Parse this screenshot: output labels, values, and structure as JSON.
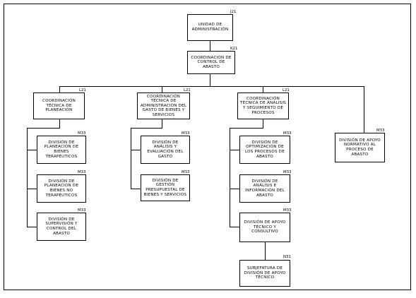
{
  "nodes": {
    "unidad": {
      "label": "UNIDAD DE ADMINISTRACIÓN",
      "level": "J21"
    },
    "coord_control": {
      "label": "COORDINACIÓN DE CONTROL DE ABASTO",
      "level": "K21"
    },
    "ct_planeacion": {
      "label": "COORDINACIÓN TÉCNICA DE PLANEACIÓN",
      "level": "L21"
    },
    "ct_admin_gasto": {
      "label": "COORDINACIÓN TÉCNICA DE ADMINISTRACIÓN DEL GASTO DE BIENES Y SERVICIOS",
      "level": "L21"
    },
    "ct_analisis": {
      "label": "COORDINACIÓN TÉCNICA DE ANÁLISIS Y SEGUIMIENTO DE PROCESOS",
      "level": "L21"
    },
    "div_apoyo_normativo": {
      "label": "DIVISIÓN DE APOYO NORMATIVO AL PROCESO DE ABASTO",
      "level": "M33"
    },
    "div_plan_terap": {
      "label": "DIVISIÓN DE PLANEACIÓN DE BIENES TERAPÉUTICOS",
      "level": "M33"
    },
    "div_plan_no_terap": {
      "label": "DIVISIÓN DE PLANEACIÓN DE BIENES NO TERAPÉUTICOS",
      "level": "M33"
    },
    "div_supervision": {
      "label": "DIVISIÓN DE SUPERVISIÓN Y CONTROL DEL ABASTO",
      "level": "M33"
    },
    "div_analisis_gasto": {
      "label": "DIVISIÓN DE ANÁLISIS Y EVALUACIÓN DEL GASTO",
      "level": "M33"
    },
    "div_gestion_presup": {
      "label": "DIVISIÓN DE GESTIÓN PRESUPUESTAL DE BIENES Y SERVICIOS",
      "level": "M33"
    },
    "div_optimizacion": {
      "label": "DIVISIÓN DE OPTIMIZACIÓN DE LOS PROCESOS DE ABASTO",
      "level": "M33"
    },
    "div_analisis_info": {
      "label": "DIVISIÓN DE ANÁLISIS E INFORMACIÓN DEL ABASTO",
      "level": "M33"
    },
    "div_apoyo_tecnico": {
      "label": "DIVISIÓN DE APOYO TÉCNICO Y CONSULTIVO",
      "level": "M33"
    },
    "subjefatura": {
      "label": "SUBJEFATURA DE DIVISIÓN DE APOYO TÉCNICO",
      "level": "N31"
    }
  }
}
